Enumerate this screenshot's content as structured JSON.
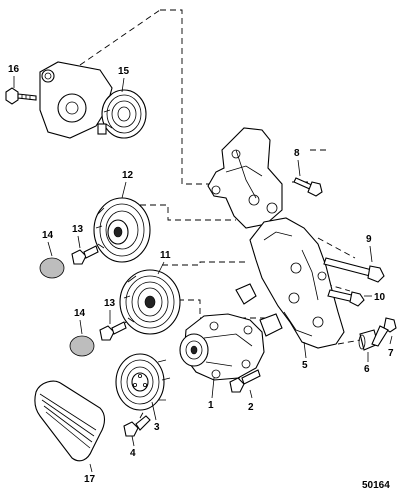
{
  "reference_number": "50164",
  "callouts": [
    {
      "id": "1",
      "label": "1"
    },
    {
      "id": "2",
      "label": "2"
    },
    {
      "id": "3",
      "label": "3"
    },
    {
      "id": "4",
      "label": "4"
    },
    {
      "id": "5",
      "label": "5"
    },
    {
      "id": "6",
      "label": "6"
    },
    {
      "id": "7",
      "label": "7"
    },
    {
      "id": "8",
      "label": "8"
    },
    {
      "id": "9",
      "label": "9"
    },
    {
      "id": "10",
      "label": "10"
    },
    {
      "id": "11",
      "label": "11"
    },
    {
      "id": "12",
      "label": "12"
    },
    {
      "id": "13a",
      "label": "13"
    },
    {
      "id": "13b",
      "label": "13"
    },
    {
      "id": "14a",
      "label": "14"
    },
    {
      "id": "14b",
      "label": "14"
    },
    {
      "id": "15",
      "label": "15"
    },
    {
      "id": "16",
      "label": "16"
    },
    {
      "id": "17",
      "label": "17"
    }
  ]
}
